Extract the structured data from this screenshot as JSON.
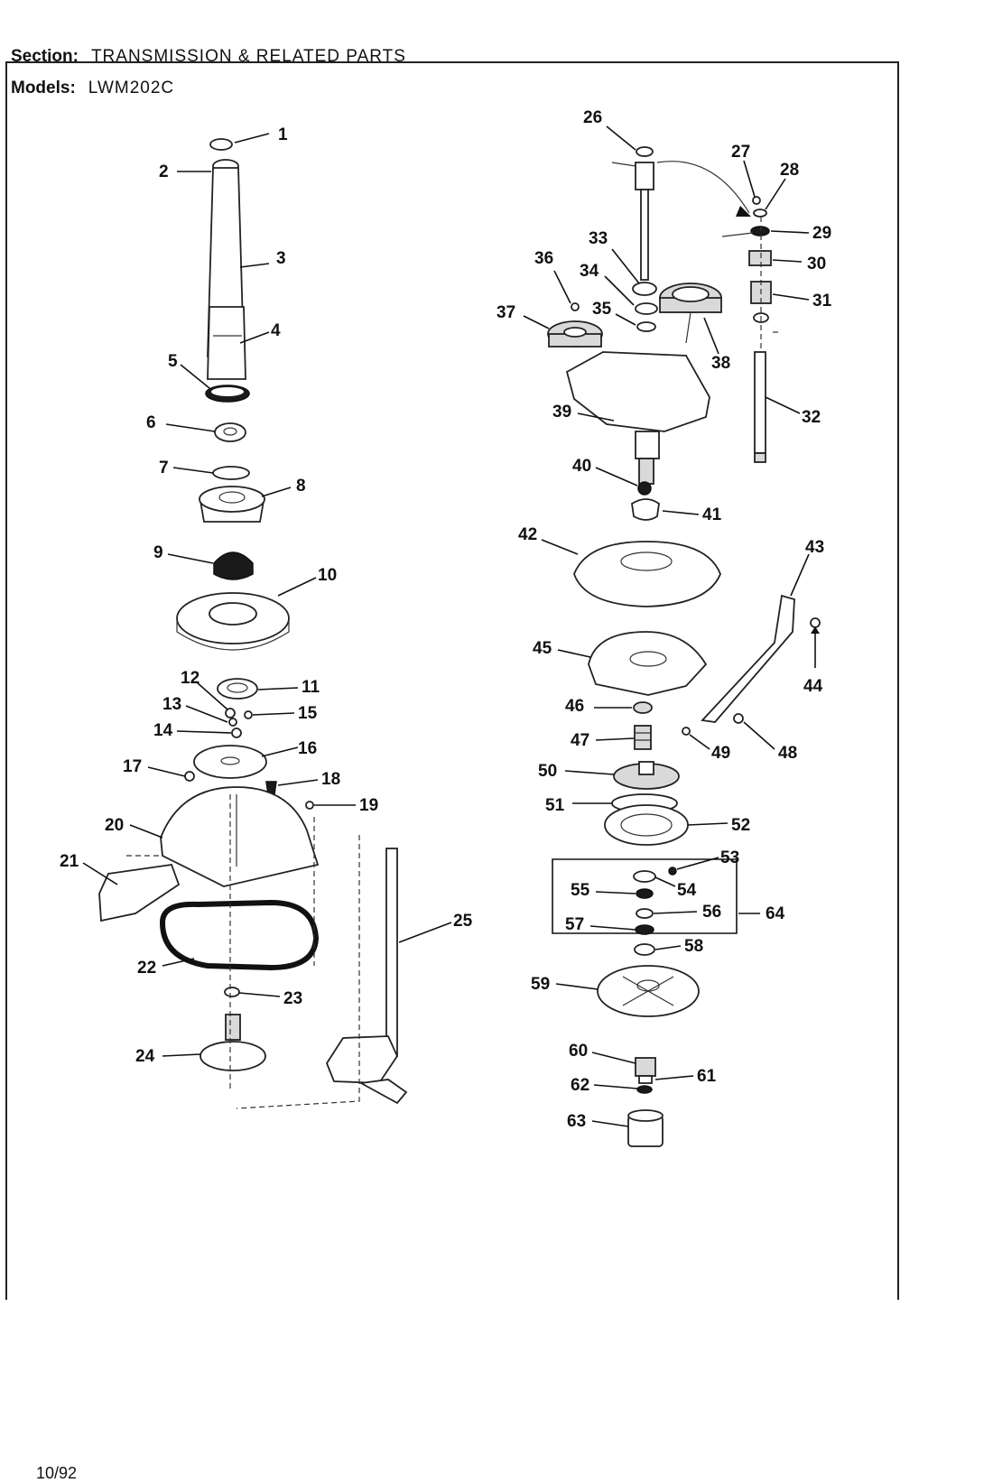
{
  "header": {
    "section_label": "Section:",
    "section_value": "TRANSMISSION & RELATED PARTS",
    "models_label": "Models:",
    "models_value": "LWM202C"
  },
  "footer": {
    "date": "10/92"
  },
  "callouts": [
    "1",
    "2",
    "3",
    "4",
    "5",
    "6",
    "7",
    "8",
    "9",
    "10",
    "11",
    "12",
    "13",
    "14",
    "15",
    "16",
    "17",
    "18",
    "19",
    "20",
    "21",
    "22",
    "23",
    "24",
    "25",
    "26",
    "27",
    "28",
    "29",
    "30",
    "31",
    "32",
    "33",
    "34",
    "35",
    "36",
    "37",
    "38",
    "39",
    "40",
    "41",
    "42",
    "43",
    "44",
    "45",
    "46",
    "47",
    "48",
    "49",
    "50",
    "51",
    "52",
    "53",
    "54",
    "55",
    "56",
    "57",
    "58",
    "59",
    "60",
    "61",
    "62",
    "63",
    "64"
  ]
}
